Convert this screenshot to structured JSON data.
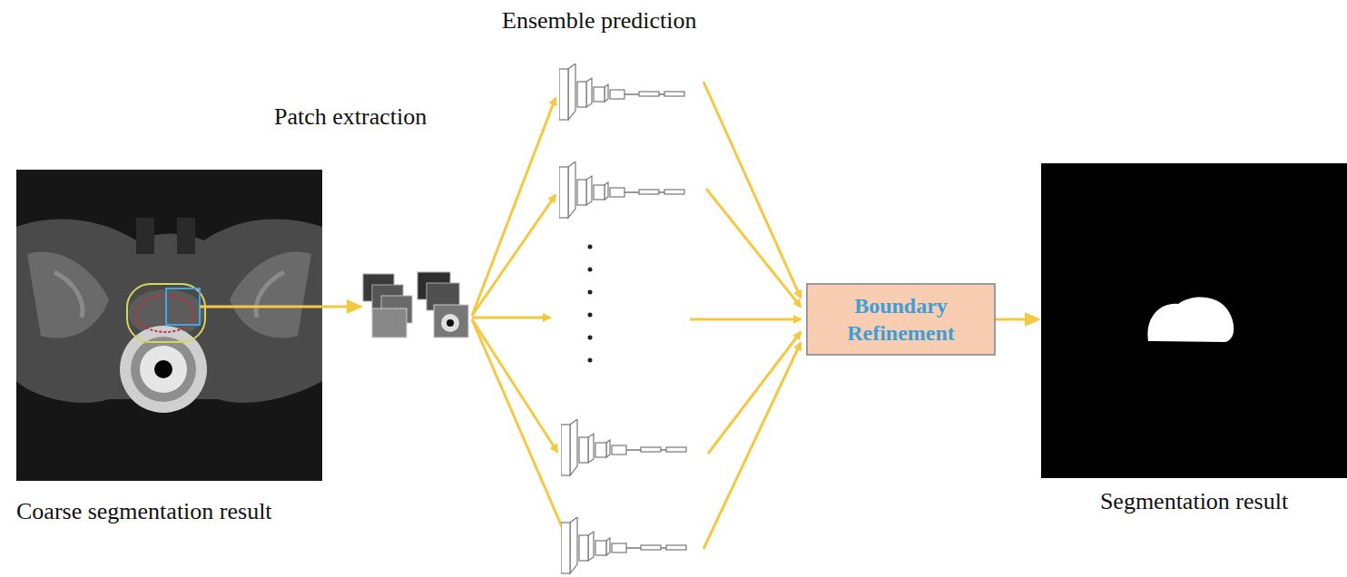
{
  "diagram": {
    "nodes": [
      {
        "text": [
          "Coarse segmentation result"
        ]
      },
      {
        "text": [
          "Boundary Refinement"
        ]
      },
      {
        "text": [
          "Segmentation result"
        ]
      }
    ],
    "edges": [
      {
        "from": 1,
        "to": 2,
        "arrow": "to"
      }
    ],
    "labels": [
      "Patch extraction",
      "Ensemble prediction"
    ]
  }
}
